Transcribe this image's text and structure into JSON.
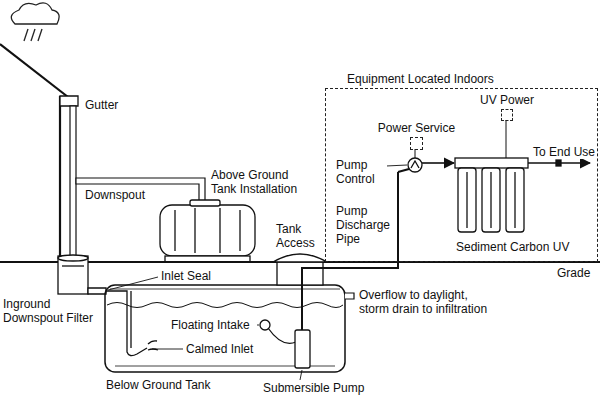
{
  "diagram": {
    "nodes": [
      {
        "text": [
          "Equipment Located Indoors"
        ]
      },
      {
        "text": [
          "Power Service"
        ],
        "in": 0
      },
      {
        "text": [
          "UV Power"
        ],
        "in": 0
      }
    ],
    "labels": [
      "Gutter",
      "Downspout",
      "Above Ground Tank Installation",
      "Inground Downspout Filter",
      "Inlet Seal",
      "Floating Intake",
      "Calmed Inlet",
      "Below Ground Tank",
      "Submersible Pump",
      "Tank Access",
      "Pump Discharge Pipe",
      "Pump Control",
      "To End Use",
      "Sediment Carbon UV",
      "Overflow to daylight, storm drain to infiltration",
      "Grade"
    ]
  }
}
